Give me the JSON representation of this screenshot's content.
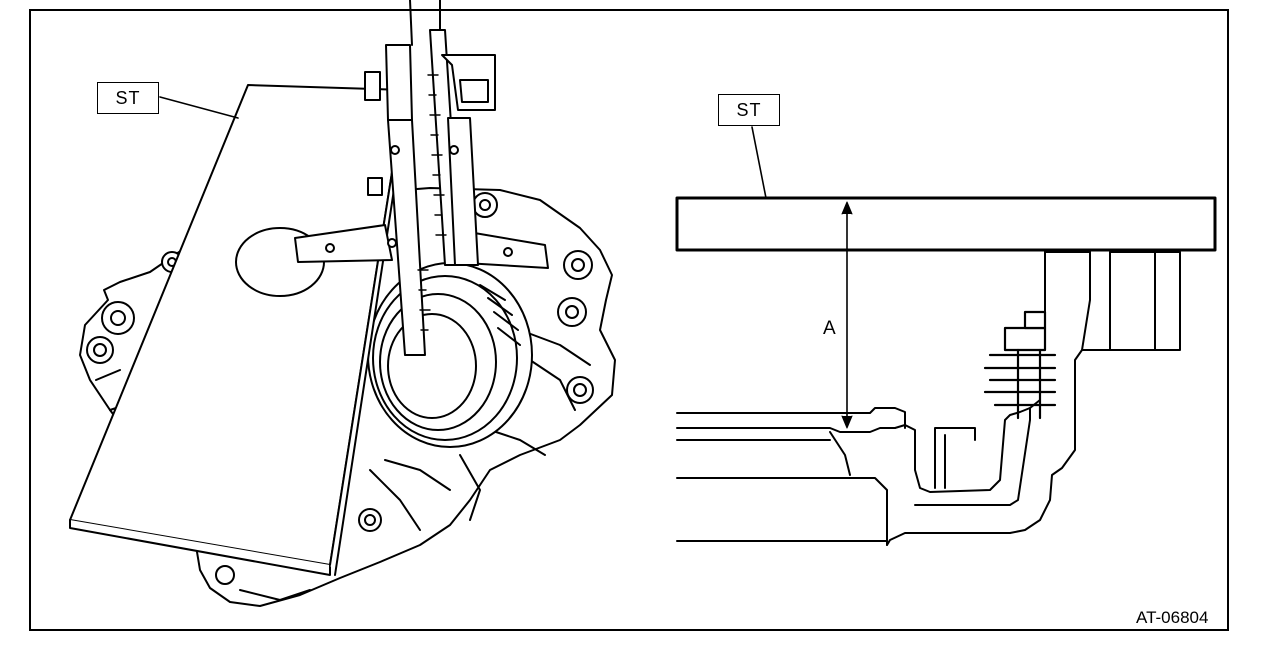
{
  "labels": {
    "st_left": "ST",
    "st_right": "ST",
    "dimension": "A",
    "figure_code": "AT-06804"
  },
  "colors": {
    "line": "#000000",
    "background": "#ffffff"
  }
}
